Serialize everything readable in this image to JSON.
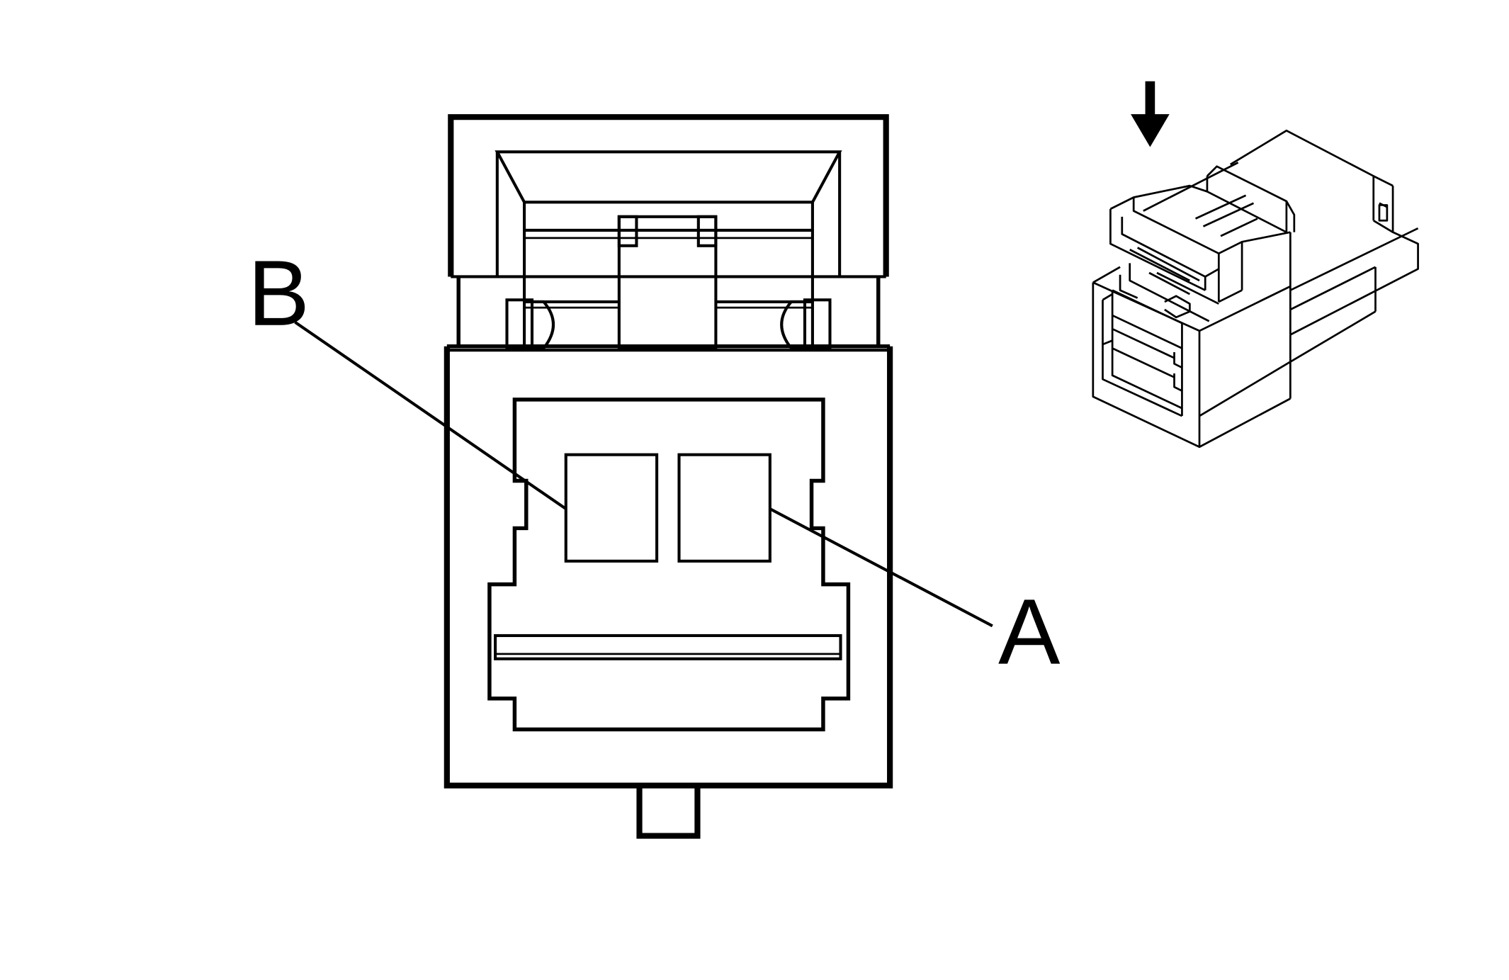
{
  "callouts": [
    {
      "id": "B",
      "label": "B"
    },
    {
      "id": "A",
      "label": "A"
    }
  ],
  "views": {
    "front": {
      "icon": "connector-face-view"
    },
    "isometric": {
      "icon": "connector-isometric-view"
    },
    "arrow": {
      "icon": "view-direction-arrow-down-icon"
    }
  },
  "colors": {
    "line": "#000000",
    "background": "#ffffff"
  }
}
